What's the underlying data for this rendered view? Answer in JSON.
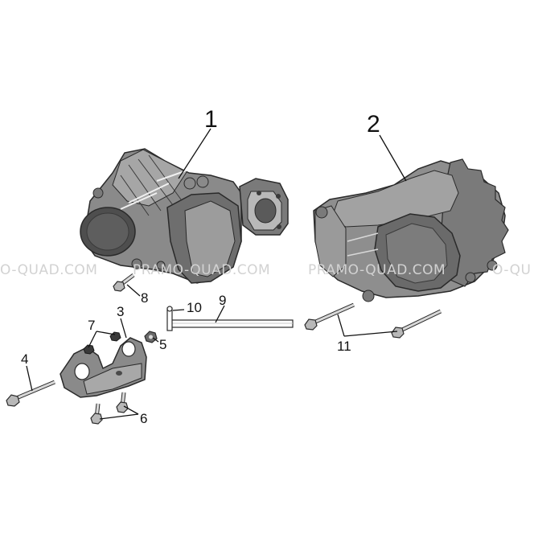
{
  "diagram": {
    "watermark": "PRAMO-QUAD.COM",
    "watermark_left": "O-QUAD.COM",
    "watermark_right": "O-QU",
    "callouts": {
      "c1": "1",
      "c2": "2",
      "c3": "3",
      "c4": "4",
      "c5": "5",
      "c6": "6",
      "c7": "7",
      "c8": "8",
      "c9": "9",
      "c10": "10",
      "c11": "11"
    },
    "colors": {
      "housing_dark": "#5e5e5e",
      "housing_mid": "#8a8a8a",
      "housing_light": "#b4b4b4",
      "housing_highlight": "#d4d4d4",
      "outline": "#2a2a2a"
    }
  }
}
